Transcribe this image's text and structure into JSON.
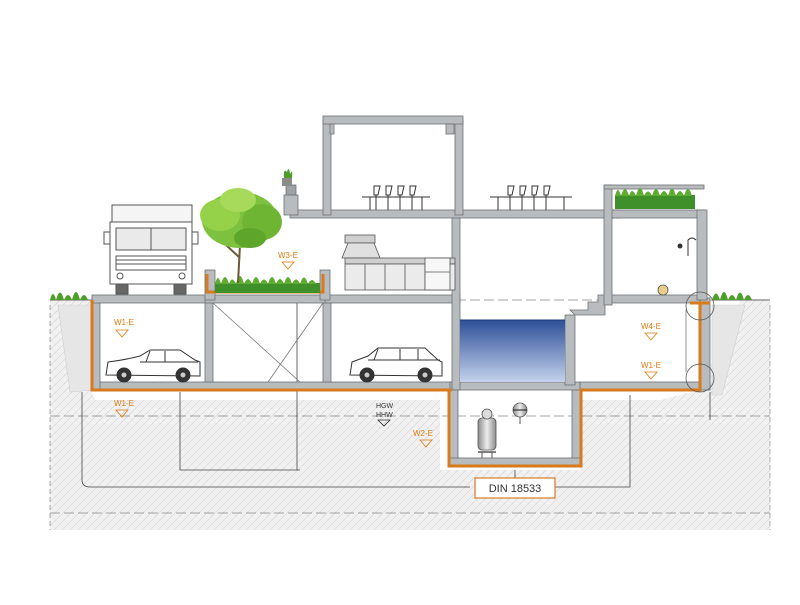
{
  "labels": {
    "w1e_garage": "W1-E",
    "w1e_bottom": "W1-E",
    "w1e_right": "W1-E",
    "w3e": "W3-E",
    "w4e": "W4-E",
    "w2e": "W2-E",
    "hgw": "HGW",
    "hhw": "HHW",
    "din": "DIN 18533"
  },
  "colors": {
    "waterproofing": "#d87a1e",
    "wall": "#b9bcbf",
    "wall_edge": "#6d7073",
    "soil": "#ececec",
    "grass": "#4f9d2d",
    "pool_top": "#2e4f98",
    "pool_bottom": "#b8c8e8",
    "label": "#e07a10"
  }
}
